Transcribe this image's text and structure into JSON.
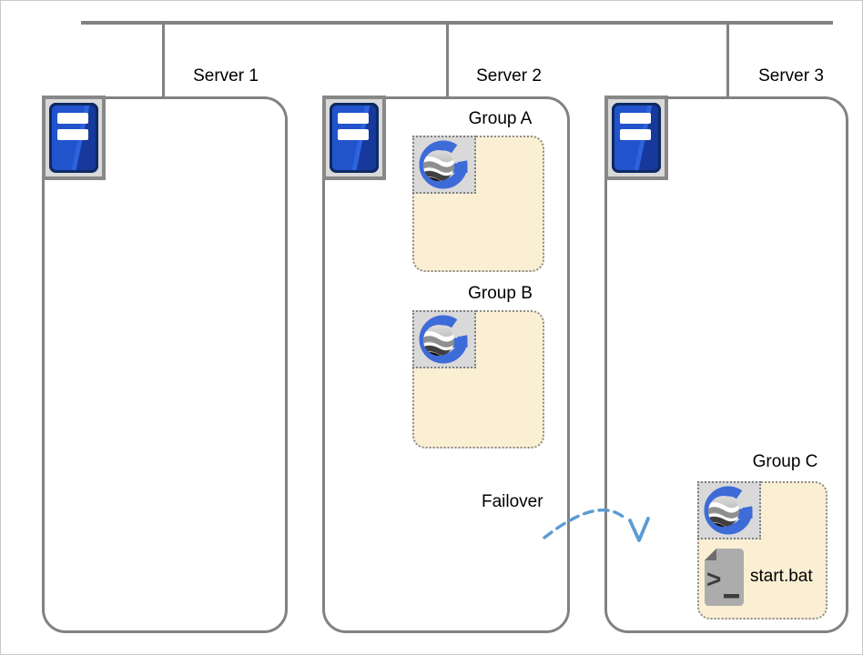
{
  "servers": [
    {
      "label": "Server 1"
    },
    {
      "label": "Server 2"
    },
    {
      "label": "Server 3"
    }
  ],
  "groups": [
    {
      "label": "Group A"
    },
    {
      "label": "Group B"
    },
    {
      "label": "Group C"
    }
  ],
  "failover": {
    "label": "Failover"
  },
  "script": {
    "label": "start.bat"
  },
  "icons": {
    "server": "server-tower-icon",
    "group_app": "globe-g-logo-icon",
    "script_file": "batch-script-icon",
    "failover": "dashed-curved-arrow-icon"
  },
  "colors": {
    "line_gray": "#828282",
    "group_fill": "#FBEFD3",
    "plate_fill": "#D9D9D9",
    "arrow_blue": "#5B9BD5",
    "server_icon_blue": "#2154CC",
    "server_icon_dark_blue": "#16399B",
    "logo_blue": "#3D6BD8",
    "document_gray": "#ACACAC"
  }
}
